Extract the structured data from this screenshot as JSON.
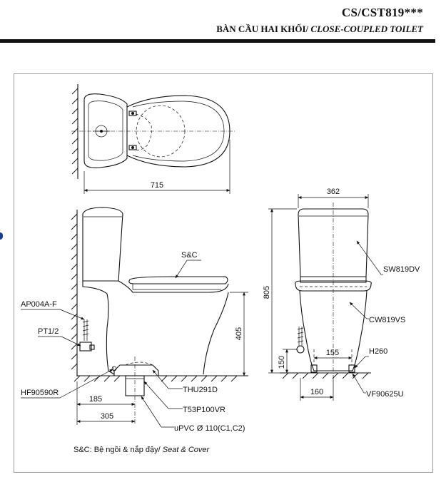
{
  "header": {
    "model_code": "CS/CST819***",
    "title_vi": "BÀN CẦU HAI KHỐI/",
    "title_en": "CLOSE-COUPLED TOILET"
  },
  "dimensions": {
    "top_width": "715",
    "front_width": "362",
    "total_height": "805",
    "seat_height": "405",
    "wall_to_outlet": "185",
    "outlet_to_front": "305",
    "inlet_height": "150",
    "bolt_spacing": "155",
    "base_width": "160"
  },
  "part_labels": {
    "seat_cover": "S&C",
    "tank_fitting": "AP004A-F",
    "supply_thread": "PT1/2",
    "fitting_bottom": "HF90590R",
    "floor_flange": "THU291D",
    "outlet_pipe": "T53P100VR",
    "drain_pipe": "uPVC Ø 110(C1,C2)",
    "tank": "SW819DV",
    "bowl": "CW819VS",
    "anchor": "H260",
    "valve": "VF90625U"
  },
  "footnote": {
    "vi": "S&C: Bệ ngồi & nắp đậy/",
    "en": "Seat & Cover"
  }
}
